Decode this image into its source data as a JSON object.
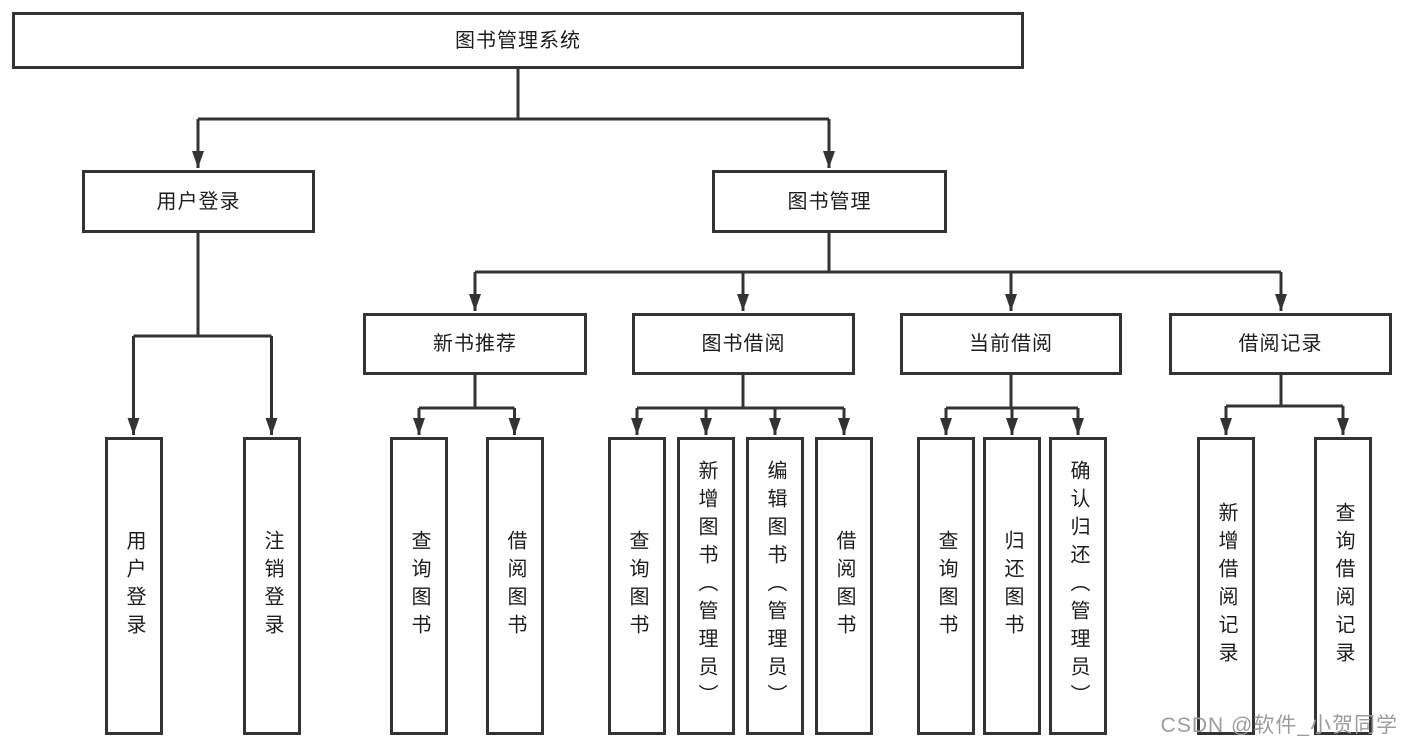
{
  "colors": {
    "line": "#333333",
    "box_border": "#333333",
    "box_fill": "#ffffff",
    "text": "#1d1d1f",
    "watermark": "#9c9c9c",
    "background": "#ffffff"
  },
  "tree": {
    "root": "图书管理系统",
    "user_login": {
      "label": "用户登录",
      "children": [
        "用户登录",
        "注销登录"
      ]
    },
    "book_mgmt": {
      "label": "图书管理"
    },
    "new_books": {
      "label": "新书推荐",
      "children": [
        "查询图书",
        "借阅图书"
      ]
    },
    "book_borrow": {
      "label": "图书借阅",
      "children": [
        "查询图书",
        "新增图书（管理员）",
        "编辑图书（管理员）",
        "借阅图书"
      ]
    },
    "current_borrow": {
      "label": "当前借阅",
      "children": [
        "查询图书",
        "归还图书",
        "确认归还（管理员）"
      ]
    },
    "borrow_records": {
      "label": "借阅记录",
      "children": [
        "新增借阅记录",
        "查询借阅记录"
      ]
    }
  },
  "watermark": "CSDN @软件_小贺同学"
}
